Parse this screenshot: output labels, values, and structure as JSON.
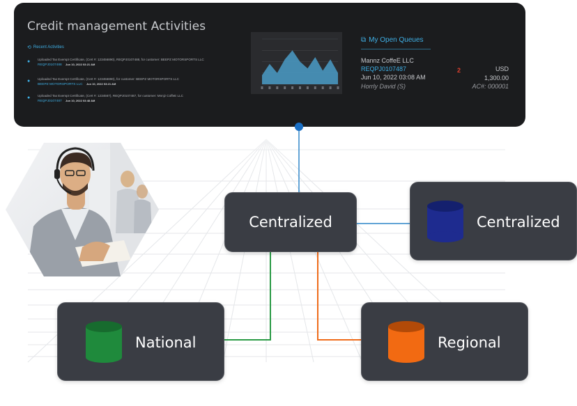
{
  "panel": {
    "title": "Credit management Activities",
    "recent_activities_label": "Recent Activities",
    "activities": [
      {
        "text": "Uploaded Tax Exempt Certificate, (Cert #: 123456890), REQPJ0107488, for customer: BEEPZ MOTORSPORTS LLC",
        "ref": "REQPJ0107488",
        "date": "Jun 10, 2022 03:21 AM"
      },
      {
        "text": "Uploaded Tax Exempt Certificate, (Cert #: 123456890), for customer: BEEPZ MOTORSPORTS LLC",
        "ref": "BEEPZ MOTORSPORTS LLC",
        "date": "Jun 10, 2022 03:21 AM"
      },
      {
        "text": "Uploaded Tax Exempt Certificate, (Cert #: 1234567), REQPJ0107487, for customer: Mnnjz CoffeE LLC",
        "ref": "REQPJ0107487",
        "date": "Jun 10, 2022 03:48 AM"
      }
    ]
  },
  "queues": {
    "title": "My Open Queues",
    "company": "Mannz CoffeE LLC",
    "ref": "REQPJ0107487",
    "date": "Jun 10, 2022 03:08 AM",
    "user": "Horrly David (S)",
    "count": "2",
    "currency": "USD",
    "amount": "1,300.00",
    "account": "AC#: 000001"
  },
  "chart_data": {
    "type": "area",
    "x": [
      1,
      2,
      3,
      4,
      5,
      6,
      7,
      8,
      9,
      10,
      11
    ],
    "series": [
      {
        "values": [
          20,
          45,
          25,
          55,
          75,
          50,
          35,
          60,
          30,
          55,
          25
        ]
      }
    ],
    "ylim": [
      0,
      100
    ],
    "grid": true,
    "area_color": "#4a9cc7"
  },
  "diagram": {
    "hub_label": "Centralized",
    "central_label": "Centralized",
    "national_label": "National",
    "regional_label": "Regional"
  },
  "colors": {
    "panel_bg": "#1b1c1e",
    "accent_blue": "#3fb0e6",
    "node_bg": "#3a3d44",
    "central_db": "#1e2b8f",
    "national_db": "#1f8a3c",
    "regional_db": "#f26a12",
    "connector_blue": "#2f86c8",
    "connector_green": "#2a9a45",
    "connector_orange": "#ef6c1a"
  }
}
